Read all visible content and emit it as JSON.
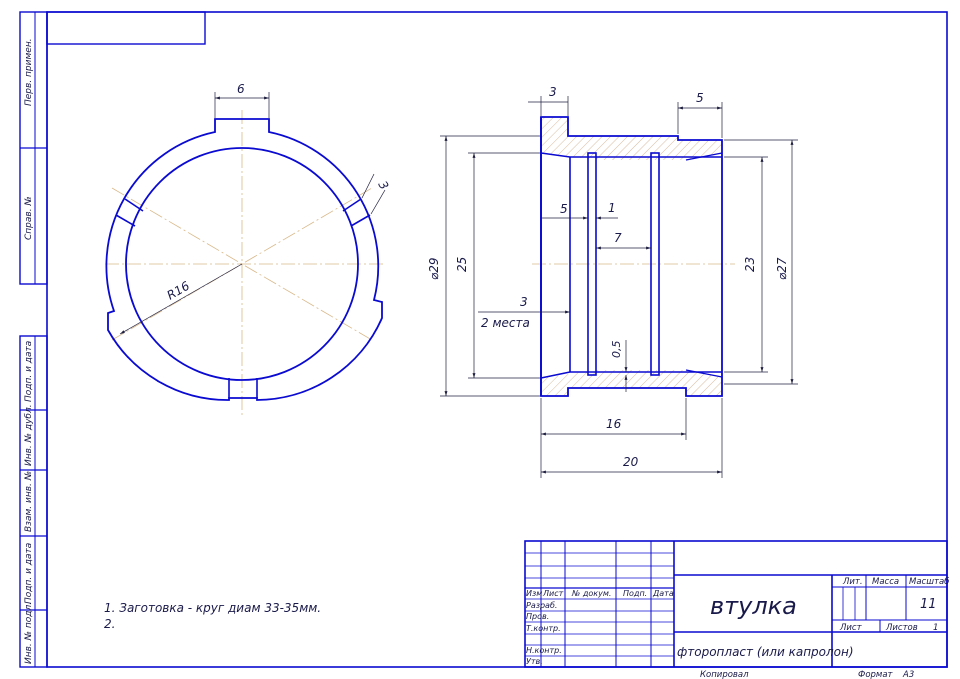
{
  "title_block": {
    "part_name": "втулка",
    "material": "фторопласт (или капролон)",
    "scale_value": "11",
    "sheet_label": "Лист",
    "sheets_label": "Листов",
    "sheets_count": "1",
    "lit_label": "Лит.",
    "mass_label": "Масса",
    "scale_label": "Масштаб",
    "col_izm": "Изм",
    "col_list": "Лист",
    "col_doc": "№ докум.",
    "col_sign": "Подп.",
    "col_date": "Дата",
    "row_razrab": "Разраб.",
    "row_prov": "Пров.",
    "row_tkontr": "Т.контр.",
    "row_nkontr": "Н.контр.",
    "row_utv": "Утв.",
    "copied": "Копировал",
    "format_label": "Формат",
    "format_value": "А3"
  },
  "side_stamp": {
    "perv_primen": "Перв. примен.",
    "sprav_no": "Справ. №",
    "podp_data_1": "Подп. и дата",
    "inv_dubl": "Инв. № дубл.",
    "vzam_inv": "Взам. инв. №",
    "podp_data_2": "Подп. и дата",
    "inv_podl": "Инв. № подл."
  },
  "notes": {
    "note1": "1. Заготовка - круг диам 33-35мм.",
    "note2": "2."
  },
  "front_view": {
    "dim_slot_width": "6",
    "dim_slot_depth": "3",
    "dim_radius": "R16"
  },
  "section_view": {
    "dim_left_flange": "3",
    "dim_right_step": "5",
    "dim_groove_pos": "5",
    "dim_groove_w": "1",
    "dim_groove_gap": "7",
    "dim_d29": "⌀29",
    "dim_25": "25",
    "dim_23": "23",
    "dim_d27": "⌀27",
    "dim_3": "3",
    "dim_2places": "2 места",
    "dim_05": "0,5",
    "dim_16": "16",
    "dim_20": "20"
  }
}
